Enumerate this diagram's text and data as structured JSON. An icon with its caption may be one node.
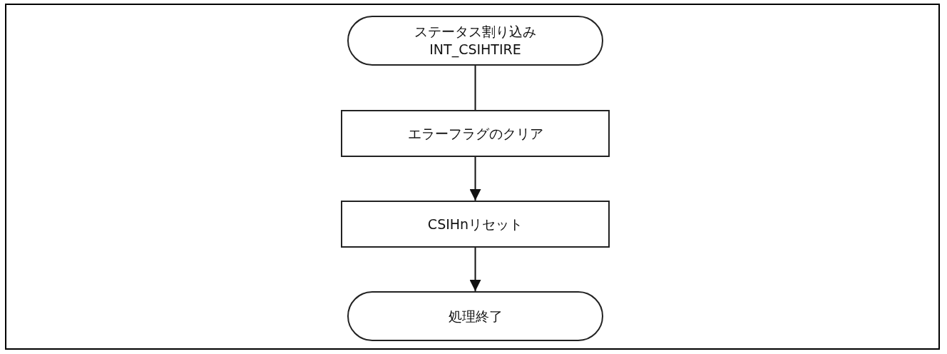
{
  "diagram": {
    "nodes": [
      {
        "text": [
          "ステータス割り込み",
          "INT_CSIHTIRE"
        ]
      },
      {
        "text": [
          "エラーフラグのクリア"
        ]
      },
      {
        "text": [
          "CSIHnリセット"
        ]
      },
      {
        "text": [
          "処理終了"
        ]
      }
    ],
    "edges": [
      {
        "from": 0,
        "to": 1,
        "arrow": "none"
      },
      {
        "from": 1,
        "to": 2,
        "arrow": "to"
      },
      {
        "from": 2,
        "to": 3,
        "arrow": "to"
      }
    ]
  }
}
